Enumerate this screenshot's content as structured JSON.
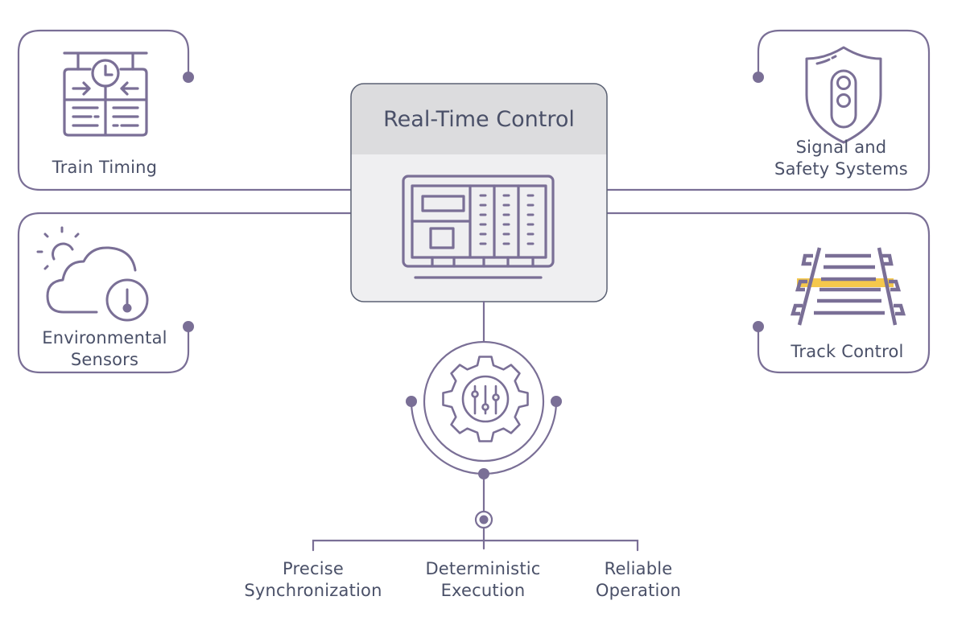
{
  "center": {
    "title": "Real-Time Control",
    "icon": "controller-panel-icon"
  },
  "nodes": {
    "train_timing": {
      "label": "Train Timing",
      "icon": "departure-board-clock-icon"
    },
    "signal_safety": {
      "label_line1": "Signal and",
      "label_line2": "Safety Systems",
      "icon": "shield-signal-icon"
    },
    "environmental": {
      "label_line1": "Environmental",
      "label_line2": "Sensors",
      "icon": "cloud-sun-gauge-icon"
    },
    "track_control": {
      "label": "Track Control",
      "icon": "railway-track-icon"
    }
  },
  "hub": {
    "icon": "gear-sliders-icon"
  },
  "outcomes": [
    {
      "line1": "Precise",
      "line2": "Synchronization"
    },
    {
      "line1": "Deterministic",
      "line2": "Execution"
    },
    {
      "line1": "Reliable",
      "line2": "Operation"
    }
  ],
  "colors": {
    "line": "#7a6f96",
    "text": "#4a5068",
    "center_header": "#dcdcde",
    "center_body": "#efeff1",
    "track_highlight": "#f5c84c"
  }
}
